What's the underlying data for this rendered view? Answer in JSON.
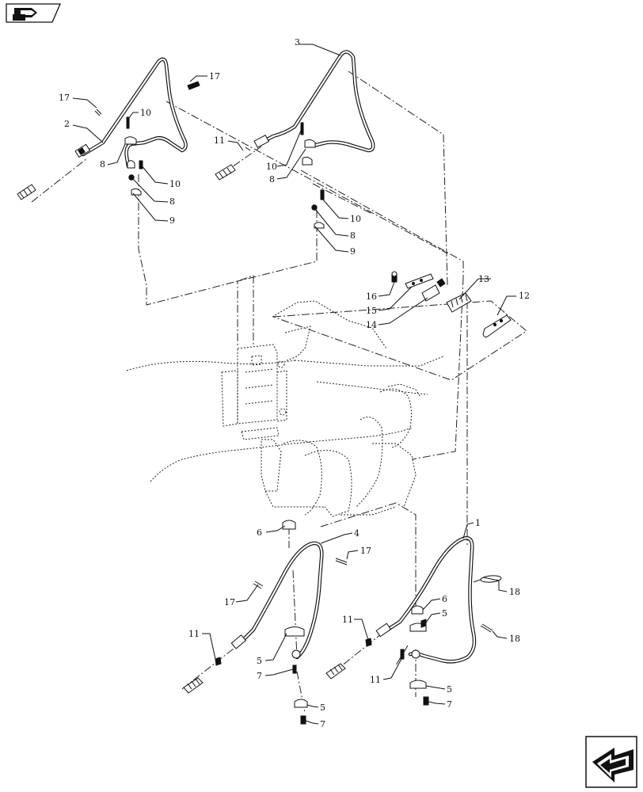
{
  "header": {
    "top_icon": "book-arrow-icon",
    "bottom_icon": "next-page-arrow-icon"
  },
  "callouts": {
    "c1": "1",
    "c2": "2",
    "c3": "3",
    "c4": "4",
    "c5a": "5",
    "c5b": "5",
    "c5c": "5",
    "c5d": "5",
    "c6a": "6",
    "c6b": "6",
    "c7a": "7",
    "c7b": "7",
    "c7c": "7",
    "c8a": "8",
    "c8b": "8",
    "c8c": "8",
    "c8d": "8",
    "c9a": "9",
    "c9b": "9",
    "c10a": "10",
    "c10b": "10",
    "c10c": "10",
    "c10d": "10",
    "c11a": "11",
    "c11b": "11",
    "c11c": "11",
    "c11d": "11",
    "c12": "12",
    "c13": "13",
    "c14": "14",
    "c15": "15",
    "c16": "16",
    "c17a": "17",
    "c17b": "17",
    "c17c": "17",
    "c17d": "17",
    "c18a": "18",
    "c18b": "18"
  }
}
